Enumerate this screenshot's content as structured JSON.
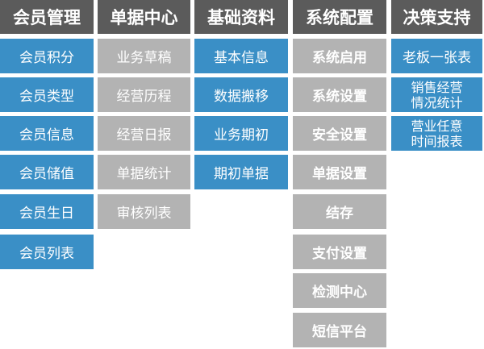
{
  "menu": {
    "columns": [
      {
        "title": "会员管理",
        "items": [
          "会员积分",
          "会员类型",
          "会员信息",
          "会员储值",
          "会员生日",
          "会员列表"
        ]
      },
      {
        "title": "单据中心",
        "items": [
          "业务草稿",
          "经营历程",
          "经营日报",
          "单据统计",
          "审核列表"
        ]
      },
      {
        "title": "基础资料",
        "items": [
          "基本信息",
          "数据搬移",
          "业务期初",
          "期初单据"
        ]
      },
      {
        "title": "系统配置",
        "items": [
          "系统启用",
          "系统设置",
          "安全设置",
          "单据设置",
          "结存",
          "支付设置",
          "检测中心",
          "短信平台"
        ]
      },
      {
        "title": "决策支持",
        "items": [
          "老板一张表",
          "销售经营情况统计",
          "营业任意时间报表"
        ]
      }
    ]
  },
  "colors": {
    "header": "#5b5b5b",
    "blue": "#3a8fc6",
    "gray": "#b3b3b3"
  }
}
